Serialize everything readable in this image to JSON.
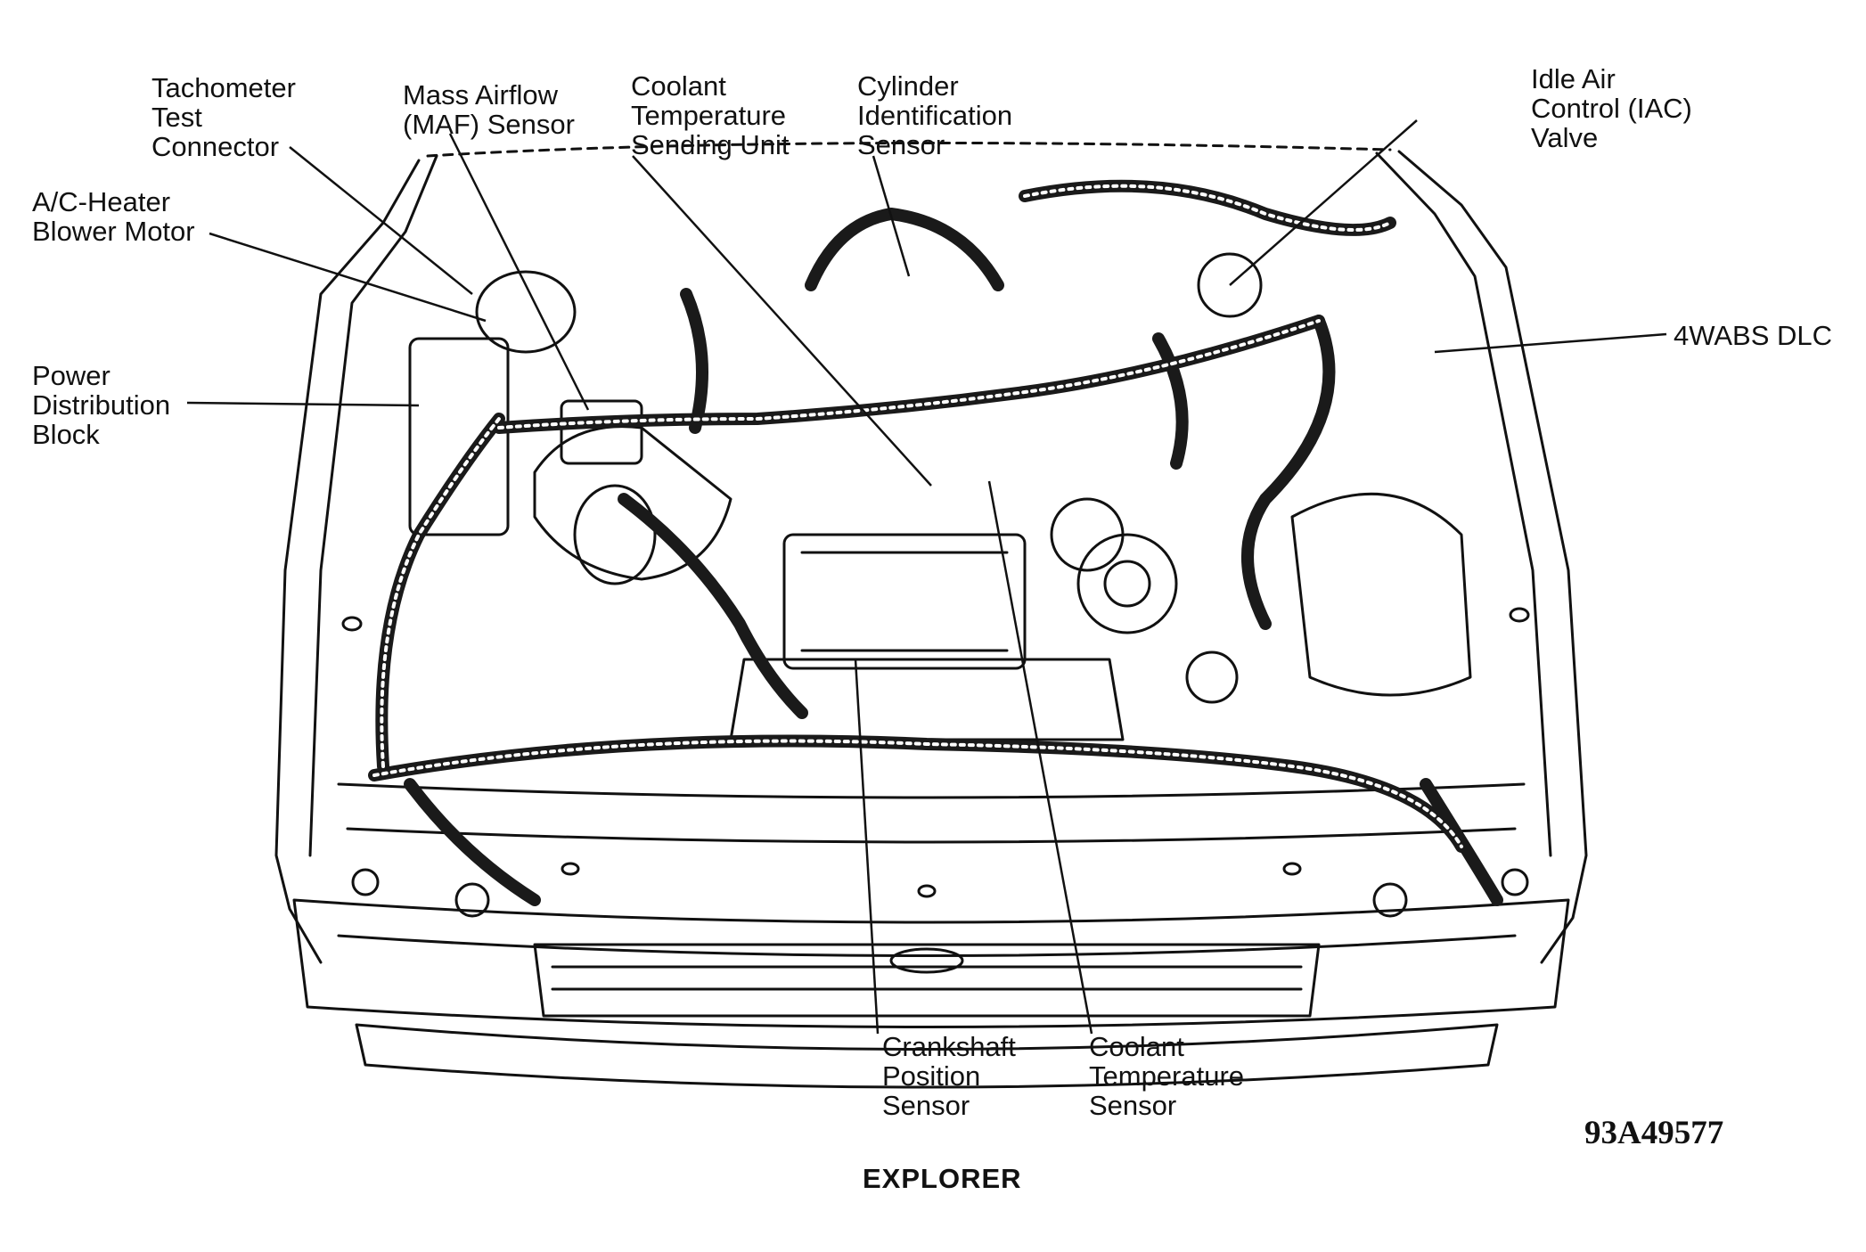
{
  "labels": {
    "tachometer": "Tachometer\nTest\nConnector",
    "maf": "Mass Airflow\n(MAF) Sensor",
    "coolant_sending": "Coolant\nTemperature\nSending Unit",
    "cylinder_id": "Cylinder\nIdentification\nSensor",
    "iac": "Idle Air\nControl (IAC)\nValve",
    "blower": "A/C-Heater\nBlower Motor",
    "wabs": "4WABS DLC",
    "pdb": "Power\nDistribution\nBlock",
    "crankshaft": "Crankshaft\nPosition\nSensor",
    "coolant_sensor": "Coolant\nTemperature\nSensor"
  },
  "figure_id": "93A49577",
  "caption": "EXPLORER",
  "ink_color": "#111111"
}
